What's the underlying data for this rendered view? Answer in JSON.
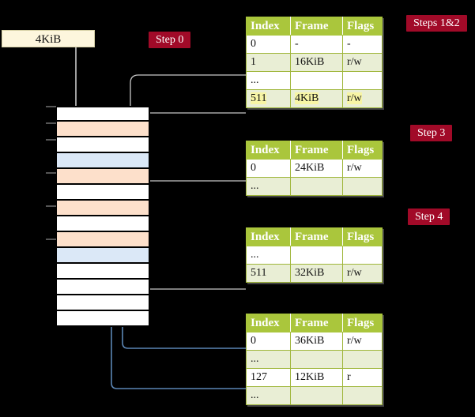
{
  "diagram": {
    "title": "page-table-walk",
    "request_box": {
      "label": "4KiB"
    },
    "badges": [
      {
        "name": "step-0",
        "label": "Step 0"
      },
      {
        "name": "steps-1-and-2",
        "label": "Steps 1&2"
      },
      {
        "name": "step-3",
        "label": "Step 3"
      },
      {
        "name": "step-4",
        "label": "Step 4"
      }
    ],
    "colors": {
      "background": "#000000",
      "table_header": "#aac63c",
      "table_alt_row": "#e9eed5",
      "badge": "#a10a28",
      "request_box": "#fdf6dd",
      "memory_orange": "#fde0cb",
      "memory_blue": "#dbe8f7",
      "highlight": "#f7f5a5",
      "grey_wire": "#bdbdbd",
      "blue_wire": "#5b86b5"
    },
    "memory_column": {
      "name": "physical-memory-column",
      "rows": [
        {
          "fill": "white"
        },
        {
          "fill": "orange"
        },
        {
          "fill": "white"
        },
        {
          "fill": "blue"
        },
        {
          "fill": "orange"
        },
        {
          "fill": "white"
        },
        {
          "fill": "orange"
        },
        {
          "fill": "white"
        },
        {
          "fill": "orange"
        },
        {
          "fill": "blue"
        },
        {
          "fill": "white"
        },
        {
          "fill": "white"
        },
        {
          "fill": "white"
        },
        {
          "fill": "white"
        }
      ]
    },
    "tables": [
      {
        "name": "page-table-level-1",
        "columns": [
          "Index",
          "Frame",
          "Flags"
        ],
        "rows": [
          {
            "style": "plain",
            "highlight": false,
            "cells": [
              "0",
              "-",
              "-"
            ]
          },
          {
            "style": "alt",
            "highlight": false,
            "cells": [
              "1",
              "16KiB",
              "r/w"
            ]
          },
          {
            "style": "plain",
            "highlight": false,
            "cells": [
              "...",
              "",
              ""
            ]
          },
          {
            "style": "alt",
            "highlight": true,
            "cells": [
              "511",
              "4KiB",
              "r/w"
            ]
          }
        ]
      },
      {
        "name": "page-table-level-2",
        "columns": [
          "Index",
          "Frame",
          "Flags"
        ],
        "rows": [
          {
            "style": "plain",
            "highlight": false,
            "cells": [
              "0",
              "24KiB",
              "r/w"
            ]
          },
          {
            "style": "alt",
            "highlight": false,
            "cells": [
              "...",
              "",
              ""
            ]
          }
        ]
      },
      {
        "name": "page-table-level-3",
        "columns": [
          "Index",
          "Frame",
          "Flags"
        ],
        "rows": [
          {
            "style": "plain",
            "highlight": false,
            "cells": [
              "...",
              "",
              ""
            ]
          },
          {
            "style": "alt",
            "highlight": false,
            "cells": [
              "511",
              "32KiB",
              "r/w"
            ]
          }
        ]
      },
      {
        "name": "page-table-level-4",
        "columns": [
          "Index",
          "Frame",
          "Flags"
        ],
        "rows": [
          {
            "style": "plain",
            "highlight": false,
            "cells": [
              "0",
              "36KiB",
              "r/w"
            ]
          },
          {
            "style": "alt",
            "highlight": false,
            "cells": [
              "...",
              "",
              ""
            ]
          },
          {
            "style": "plain",
            "highlight": false,
            "cells": [
              "127",
              "12KiB",
              "r"
            ]
          },
          {
            "style": "alt",
            "highlight": false,
            "cells": [
              "...",
              "",
              ""
            ]
          }
        ]
      }
    ]
  }
}
